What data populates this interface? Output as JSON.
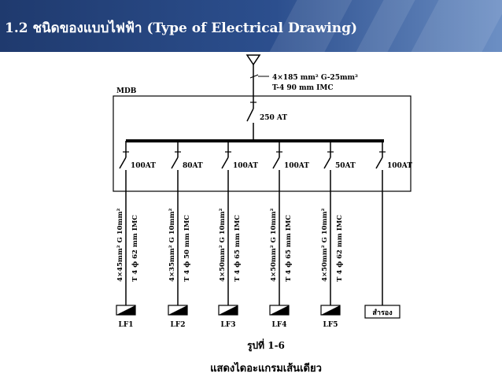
{
  "header": {
    "title": "1.2  ชนิดของแบบไฟฟ้า  (Type of Electrical Drawing)"
  },
  "colors": {
    "header_dark": "#1f3a6e",
    "header_light": "#6c8fc4",
    "line": "#000000"
  },
  "diagram": {
    "main_feeder": {
      "line1": "4×185 mm² G-25mm²",
      "line2": "T-4  90 mm  IMC"
    },
    "panel_label": "MDB",
    "main_breaker": "250 AT",
    "branches": [
      {
        "rating": "100AT",
        "cable": "4×45mm² G 10mm²",
        "conduit": "T 4 ϕ 62 mm IMC",
        "load": "LF1"
      },
      {
        "rating": "80AT",
        "cable": "4×35mm² G 10mm²",
        "conduit": "T 4 ϕ 50 mm IMC",
        "load": "LF2"
      },
      {
        "rating": "100AT",
        "cable": "4×50mm² G 10mm²",
        "conduit": "T 4 ϕ 65 mm IMC",
        "load": "LF3"
      },
      {
        "rating": "100AT",
        "cable": "4×50mm² G 10mm²",
        "conduit": "T 4 ϕ 65 mm IMC",
        "load": "LF4"
      },
      {
        "rating": "50AT",
        "cable": "4×50mm² G 10mm²",
        "conduit": "T 4 ϕ 62 mm IMC",
        "load": "LF5"
      },
      {
        "rating": "100AT",
        "cable": "",
        "conduit": "",
        "load": "",
        "spare": "สำรอง"
      }
    ],
    "caption_line1": "รูปที่ 1-6",
    "caption_line2": "แสดงไดอะแกรมเส้นเดียว"
  }
}
